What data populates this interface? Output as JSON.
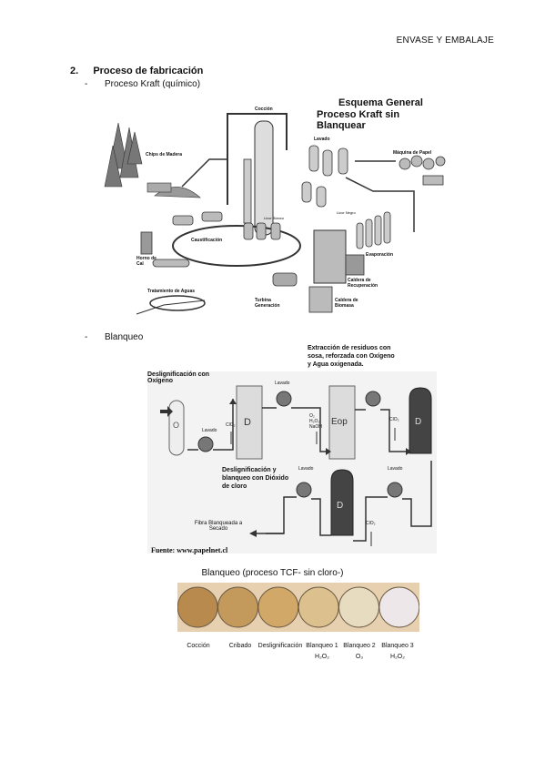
{
  "header": {
    "text": "ENVASE Y EMBALAJE"
  },
  "section": {
    "number": "2.",
    "title": "Proceso de fabricación"
  },
  "bullets": {
    "kraft": "Proceso Kraft (químico)",
    "blanqueo": "Blanqueo"
  },
  "kraft_diagram": {
    "title_line1": "Esquema General",
    "title_line2": "Proceso Kraft sin Blanquear",
    "labels": {
      "coccion": "Cocción",
      "chips": "Chips de Madera",
      "lavado": "Lavado",
      "maquina": "Máquina de Papel",
      "licor_negro": "Licor Negro",
      "licor_blanco": "Licor Blanco",
      "caustificacion": "Caustificación",
      "horno": "Horno de Cal",
      "evaporacion": "Evaporación",
      "caldera_rec": "Caldera de Recuperación",
      "tratamiento": "Tratamiento de Aguas",
      "turbina": "Turbina Generación",
      "caldera_bio": "Caldera de Biomasa"
    }
  },
  "bleach_diagram": {
    "desligno_oxigeno": "Deslignificación con Oxígeno",
    "extraccion": "Extracción de residuos con sosa, reforzada con Oxígeno y Agua oxigenada.",
    "lavado": "Lavado",
    "clo2": "ClO₂",
    "chem": "O₂ H₂O₂ NaOH",
    "desligno_cloro": "Deslignificación y blanqueo con Dióxido de cloro",
    "fibra": "Fibra Blanqueada a Secado",
    "fuente": "Fuente: www.papelnet.cl",
    "tanks": {
      "o": "O",
      "d": "D",
      "eop": "Eop"
    }
  },
  "tcf": {
    "caption": "Blanqueo (proceso TCF- sin cloro-)",
    "samples": [
      {
        "label": "Cocción",
        "sub": "",
        "color": "#b98a4e"
      },
      {
        "label": "Cribado",
        "sub": "",
        "color": "#c39a5c"
      },
      {
        "label": "Deslignificación",
        "sub": "",
        "color": "#d2a868"
      },
      {
        "label": "Blanqueo 1",
        "sub": "H₂O₂",
        "color": "#dcc08e"
      },
      {
        "label": "Blanqueo 2",
        "sub": "O₃",
        "color": "#e8dcc0"
      },
      {
        "label": "Blanqueo 3",
        "sub": "H₂O₂",
        "color": "#eee7ea"
      }
    ]
  }
}
